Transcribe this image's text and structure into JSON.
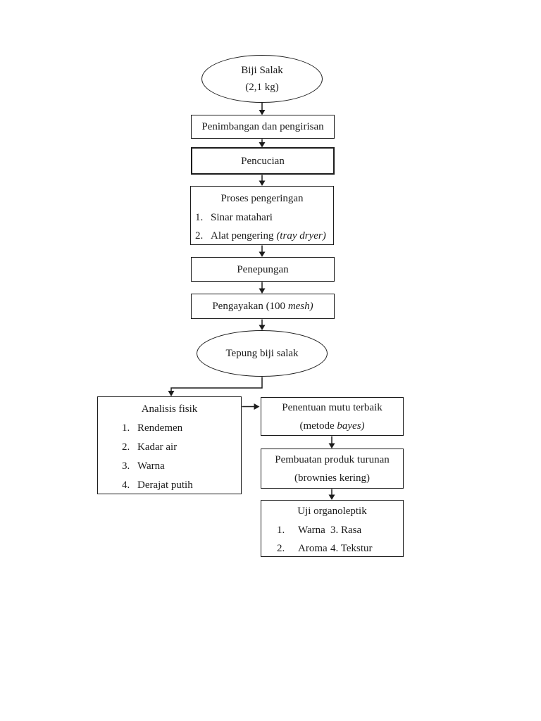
{
  "colors": {
    "ink": "#1c1c1c",
    "background": "#ffffff"
  },
  "flowchart": {
    "start_ellipse": {
      "line1": "Biji Salak",
      "line2": "(2,1 kg)"
    },
    "step_weighing": {
      "label": "Penimbangan dan pengirisan"
    },
    "step_washing": {
      "label": "Pencucian"
    },
    "step_drying": {
      "title": "Proses pengeringan",
      "items": [
        {
          "num": "1.",
          "text": "Sinar matahari"
        },
        {
          "num": "2.",
          "text_prefix": "Alat pengering ",
          "text_italic": "(tray dryer)"
        }
      ]
    },
    "step_milling": {
      "label": "Penepungan"
    },
    "step_sieving": {
      "prefix": "Pengayakan (100 ",
      "italic": "mesh)"
    },
    "flour_ellipse": {
      "label": "Tepung biji salak"
    },
    "physical_analysis": {
      "title": "Analisis fisik",
      "items": [
        {
          "num": "1.",
          "text": "Rendemen"
        },
        {
          "num": "2.",
          "text": "Kadar air"
        },
        {
          "num": "3.",
          "text": "Warna"
        },
        {
          "num": "4.",
          "text": "Derajat putih"
        }
      ]
    },
    "best_quality": {
      "line1": "Penentuan mutu terbaik",
      "line2_prefix": "(metode ",
      "line2_italic": "bayes)"
    },
    "derived_product": {
      "line1": "Pembuatan produk turunan",
      "line2": "(brownies kering)"
    },
    "organoleptic": {
      "title": "Uji organoleptik",
      "rows": [
        {
          "left_num": "1.",
          "left_text": "Warna",
          "right": "3. Rasa"
        },
        {
          "left_num": "2.",
          "left_text": "Aroma",
          "right": "4. Tekstur"
        }
      ]
    }
  }
}
